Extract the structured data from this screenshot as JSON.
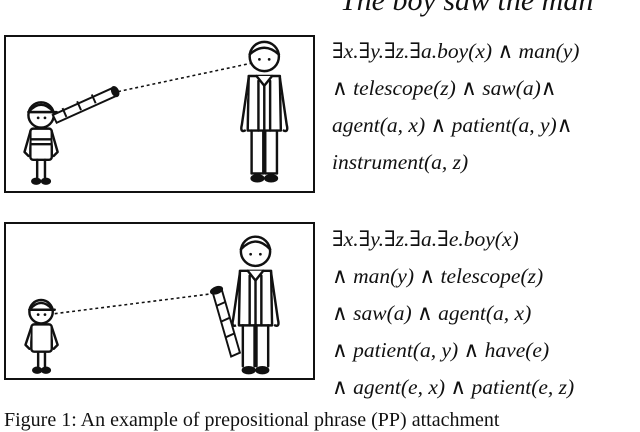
{
  "header": {
    "text": "The boy saw the man"
  },
  "panels": [
    {
      "figures": [
        "boy",
        "man",
        "telescope"
      ],
      "formula_lines": [
        "∃x.∃y.∃z.∃a.boy(x) ∧ man(y)",
        "∧ telescope(z) ∧ saw(a)∧",
        "agent(a, x) ∧ patient(a, y)∧",
        "instrument(a, z)"
      ]
    },
    {
      "figures": [
        "boy",
        "man",
        "telescope"
      ],
      "formula_lines": [
        "∃x.∃y.∃z.∃a.∃e.boy(x)",
        "∧ man(y) ∧ telescope(z)",
        "∧ saw(a) ∧ agent(a, x)",
        "∧ patient(a, y) ∧ have(e)",
        "∧ agent(e, x) ∧ patient(e, z)"
      ]
    }
  ],
  "caption": {
    "text": "Figure 1: An example of prepositional phrase (PP) attachment"
  }
}
